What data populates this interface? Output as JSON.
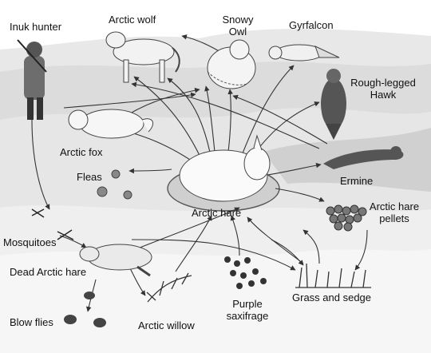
{
  "organisms": {
    "inuk_hunter": "Inuk hunter",
    "arctic_wolf": "Arctic wolf",
    "snowy_owl": "Snowy\nOwl",
    "gyrfalcon": "Gyrfalcon",
    "rough_legged_hawk": "Rough-legged\nHawk",
    "arctic_fox": "Arctic fox",
    "fleas": "Fleas",
    "ermine": "Ermine",
    "arctic_hare": "Arctic hare",
    "arctic_hare_pellets": "Arctic hare\npellets",
    "mosquitoes": "Mosquitoes",
    "dead_arctic_hare": "Dead Arctic hare",
    "purple_saxifrage": "Purple\nsaxifrage",
    "grass_and_sedge": "Grass and sedge",
    "blow_flies": "Blow flies",
    "arctic_willow": "Arctic willow"
  }
}
